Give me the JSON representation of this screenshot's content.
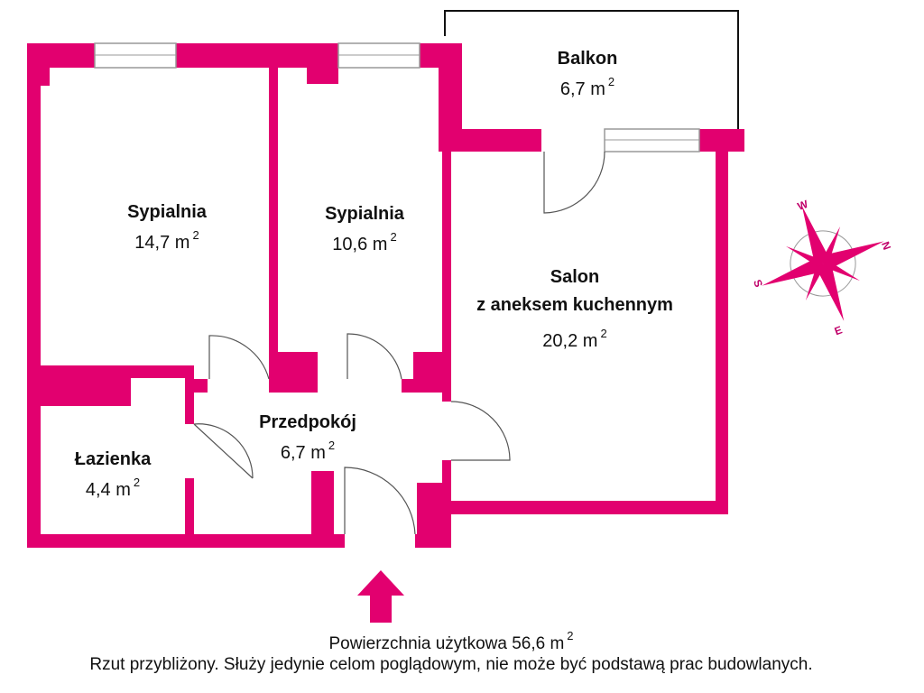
{
  "colors": {
    "wall": "#e2006f"
  },
  "rooms": [
    {
      "name": "Balkon",
      "area": "6,7 m",
      "unit_sup": "2"
    },
    {
      "name": "Sypialnia",
      "area": "14,7 m",
      "unit_sup": "2"
    },
    {
      "name": "Sypialnia",
      "area": "10,6 m",
      "unit_sup": "2"
    },
    {
      "name": "Salon",
      "name2": "z aneksem kuchennym",
      "area": "20,2 m",
      "unit_sup": "2"
    },
    {
      "name": "Przedpokój",
      "area": "6,7 m",
      "unit_sup": "2"
    },
    {
      "name": "Łazienka",
      "area": "4,4 m",
      "unit_sup": "2"
    }
  ],
  "compass": {
    "n": "N",
    "s": "S",
    "e": "E",
    "w": "W"
  },
  "footer": {
    "total": "Powierzchnia użytkowa  56,6 m",
    "total_sup": "2",
    "note": "Rzut przybliżony. Służy jedynie celom poglądowym, nie może być podstawą prac budowlanych."
  }
}
